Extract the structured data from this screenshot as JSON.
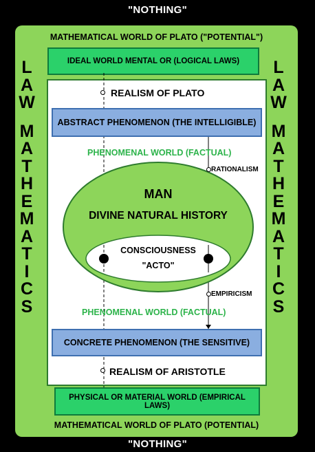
{
  "top_label": "\"NOTHING\"",
  "bottom_label": "\"NOTHING\"",
  "outer": {
    "caption_top": "MATHEMATICAL WORLD OF PLATO (\"POTENTIAL\")",
    "caption_bottom": "MATHEMATICAL WORLD OF PLATO (POTENTIAL)"
  },
  "side": {
    "word1": [
      "L",
      "A",
      "W"
    ],
    "word2": [
      "M",
      "A",
      "T",
      "H",
      "E",
      "M",
      "A",
      "T",
      "I",
      "C",
      "S"
    ]
  },
  "ideal_world": "IDEAL WORLD MENTAL OR (LOGICAL LAWS)",
  "physical_world": "PHYSICAL OR MATERIAL WORLD (EMPIRICAL LAWS)",
  "realism_plato": "REALISM OF PLATO",
  "realism_aristotle": "REALISM OF ARISTOTLE",
  "abstract_phenomenon": "ABSTRACT PHENOMENON (THE INTELLIGIBLE)",
  "concrete_phenomenon": "CONCRETE PHENOMENON (THE SENSITIVE)",
  "phenomenal_top": "PHENOMENAL WORLD (FACTUAL)",
  "phenomenal_bottom": "PHENOMENAL WORLD (FACTUAL)",
  "rationalism": "RATIONALISM",
  "empiricism": "EMPIRICISM",
  "man": {
    "title": "MAN",
    "subtitle": "DIVINE NATURAL HISTORY"
  },
  "consciousness": {
    "line1": "CONSCIOUSNESS",
    "line2": "\"ACTO\""
  },
  "colors": {
    "background": "#000000",
    "outer_green": "#8dd55a",
    "box_green": "#2bd16a",
    "box_blue": "#8aaee0",
    "ellipse_green": "#8dd55a",
    "phenomenal_text": "#2cb34a"
  }
}
